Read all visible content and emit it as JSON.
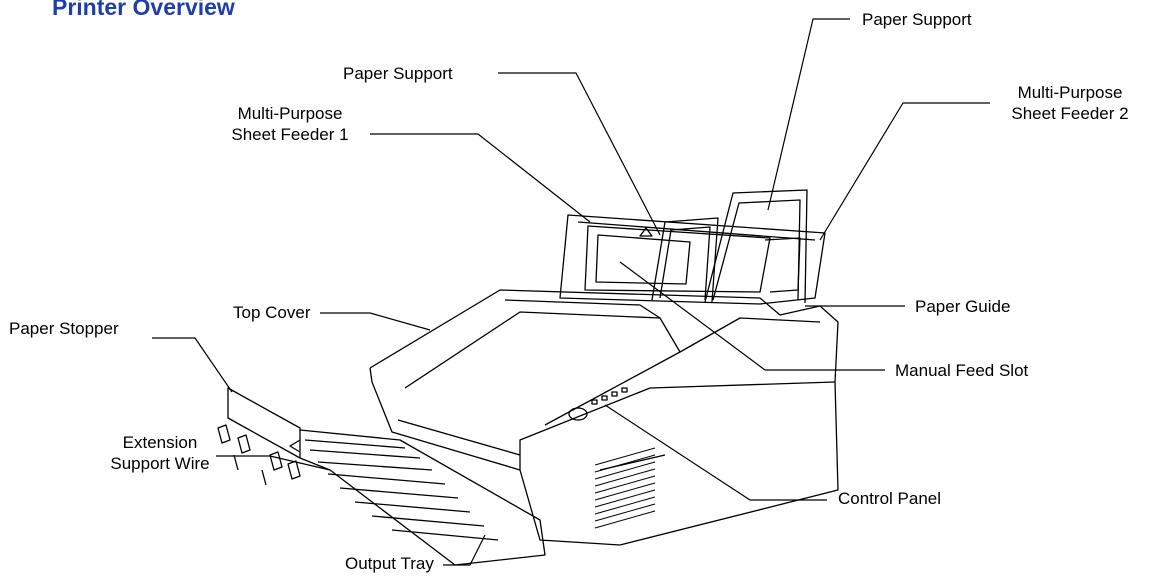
{
  "title": "Printer Overview",
  "labels": {
    "paper_support_top": "Paper Support",
    "paper_support_left": "Paper Support",
    "mp_feeder_1_line1": "Multi-Purpose",
    "mp_feeder_1_line2": "Sheet Feeder 1",
    "mp_feeder_2_line1": "Multi-Purpose",
    "mp_feeder_2_line2": "Sheet Feeder 2",
    "top_cover": "Top Cover",
    "paper_stopper": "Paper Stopper",
    "paper_guide": "Paper Guide",
    "manual_feed_slot": "Manual Feed Slot",
    "control_panel": "Control Panel",
    "extension_wire_line1": "Extension",
    "extension_wire_line2": "Support Wire",
    "output_tray": "Output Tray"
  },
  "colors": {
    "title": "#1f3fa8",
    "line": "#000000"
  }
}
